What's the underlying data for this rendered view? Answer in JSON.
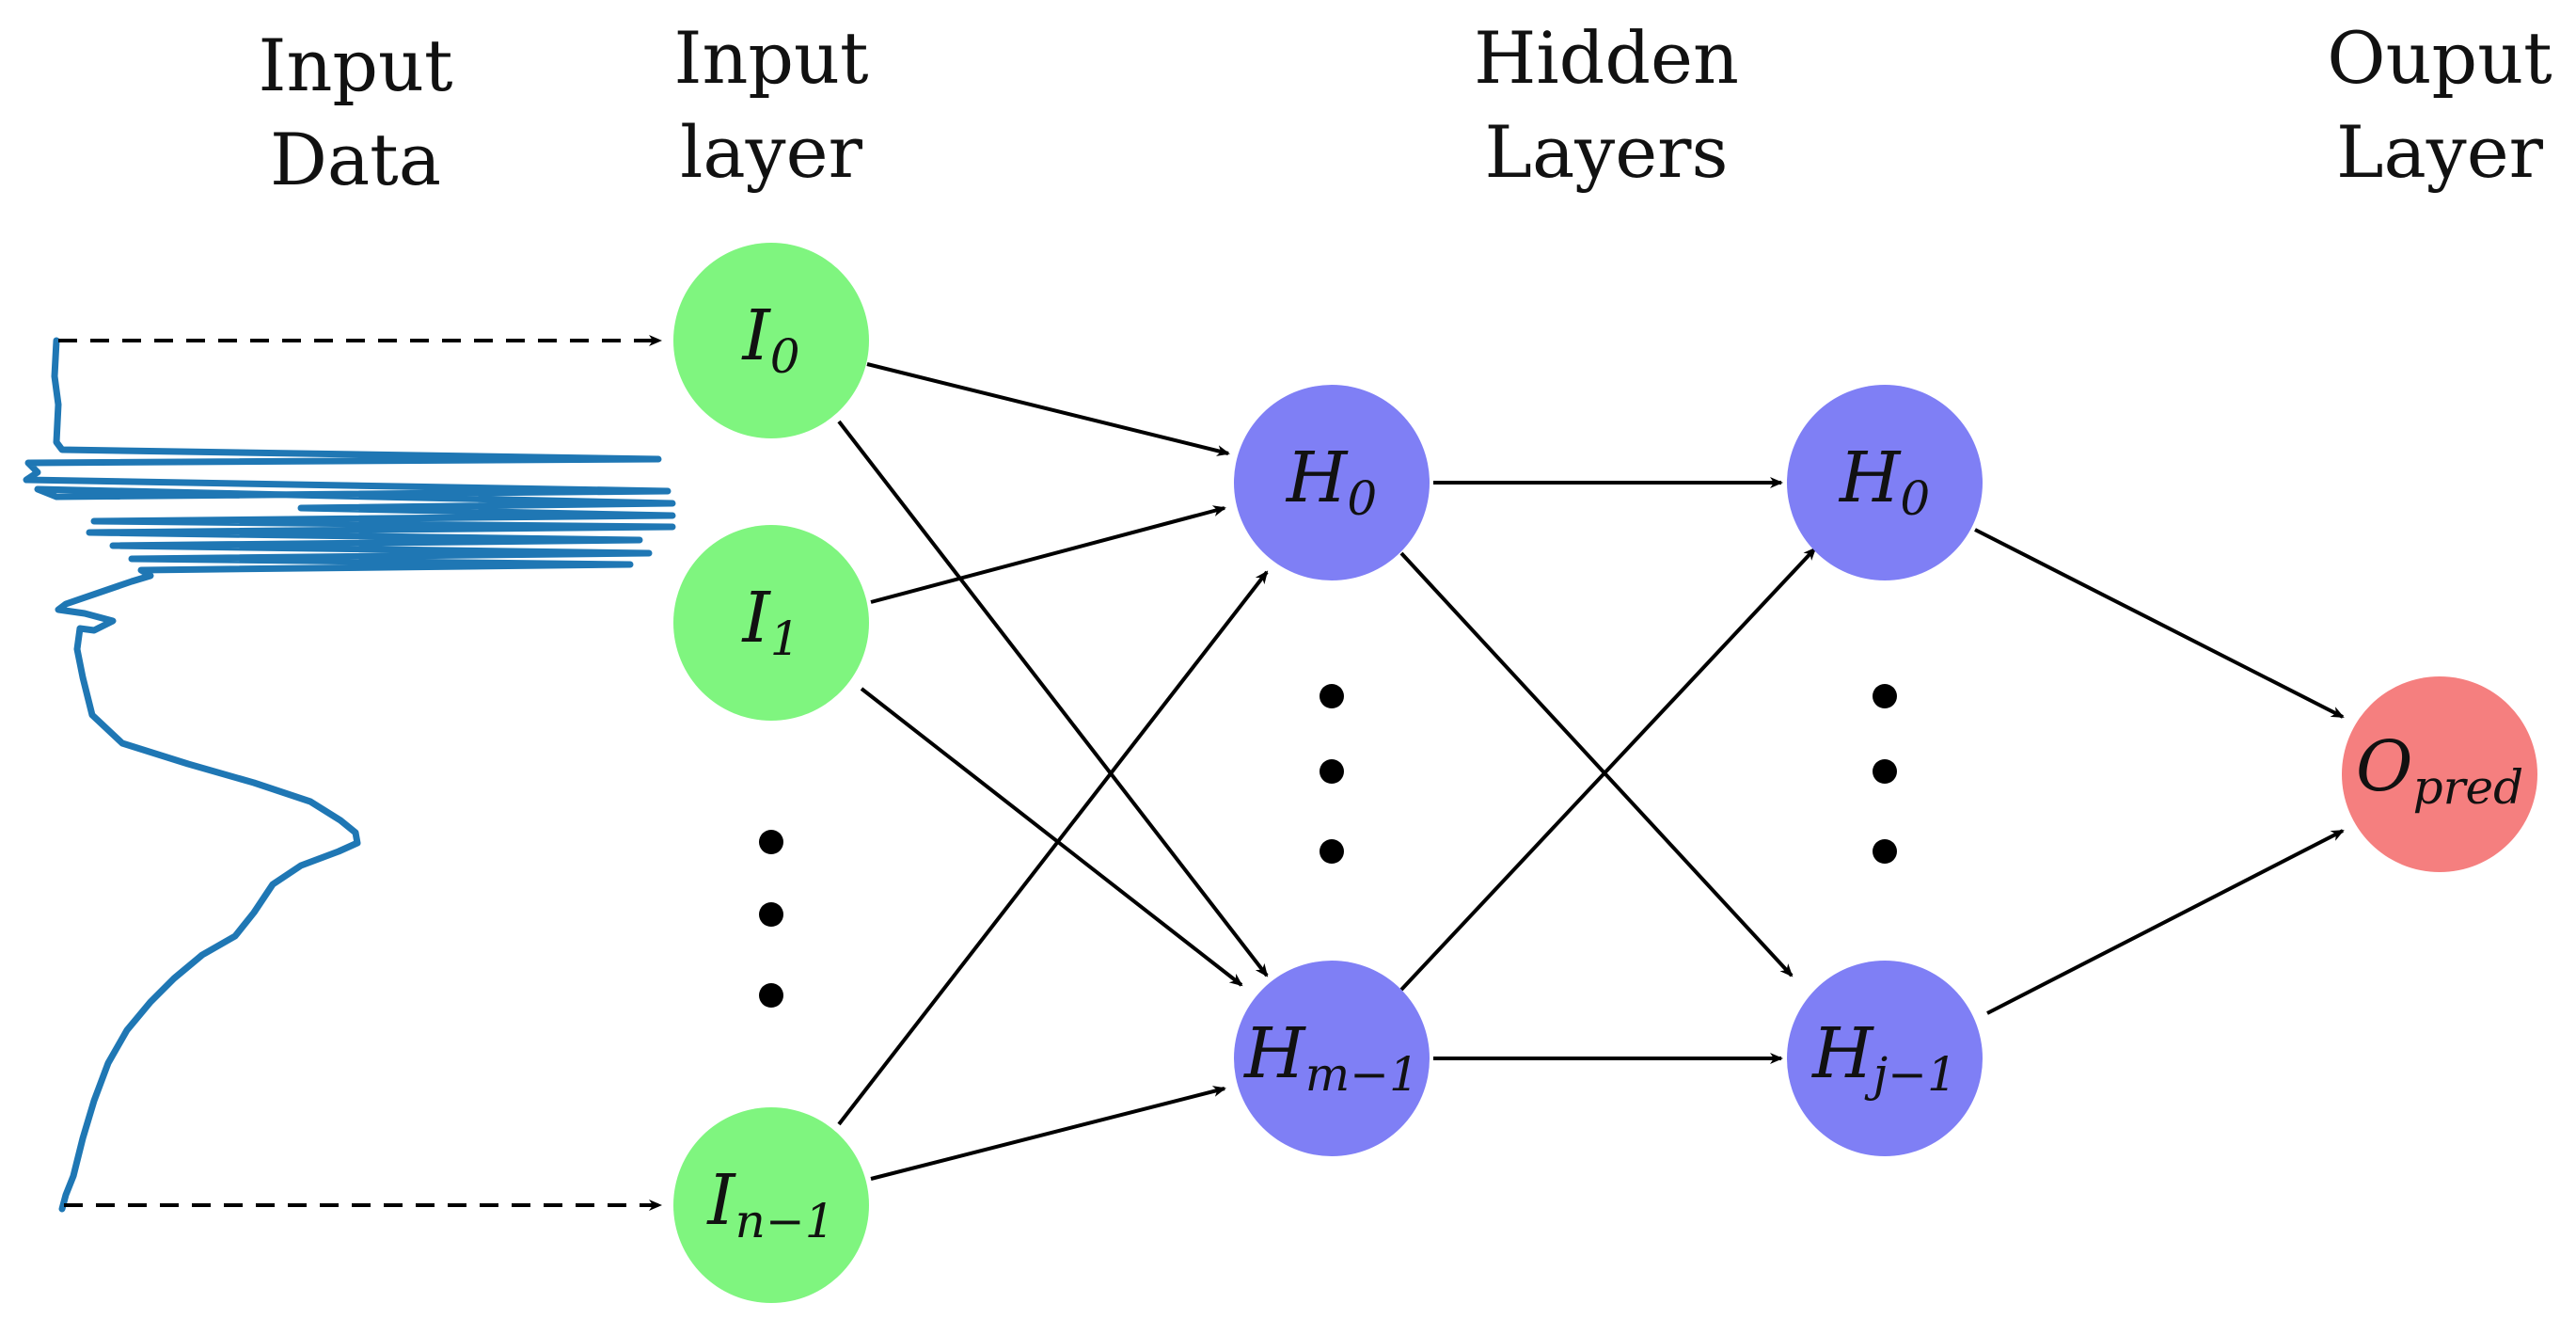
{
  "headings": {
    "input_data": [
      "Input",
      "Data"
    ],
    "input_layer": [
      "Input",
      "layer"
    ],
    "hidden_layers": [
      "Hidden",
      "Layers"
    ],
    "output_layer": [
      "Ouput",
      "Layer"
    ]
  },
  "nodes": {
    "input_0": {
      "base": "I",
      "sub": "0"
    },
    "input_1": {
      "base": "I",
      "sub": "1"
    },
    "input_last": {
      "base": "I",
      "sub": "n−1"
    },
    "hidden1_0": {
      "base": "H",
      "sub": "0"
    },
    "hidden1_last": {
      "base": "H",
      "sub": "m−1"
    },
    "hidden2_0": {
      "base": "H",
      "sub": "0"
    },
    "hidden2_last": {
      "base": "H",
      "sub": "j−1"
    },
    "output": {
      "base": "O",
      "sub": "pred"
    }
  },
  "colors": {
    "input_node": "#7ff57f",
    "hidden_node": "#7f7ff5",
    "output_node": "#f57f7f",
    "signal": "#1f77b4",
    "edge": "#000000"
  },
  "icons": {
    "input_signal": "spectrum-plot-icon",
    "ellipsis": "vertical-ellipsis-icon"
  }
}
